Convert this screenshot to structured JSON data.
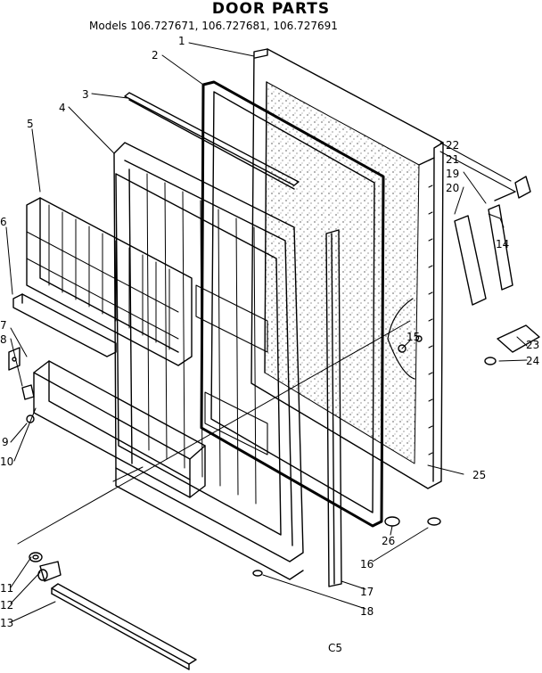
{
  "header": {
    "title": "DOOR PARTS",
    "models_label": "Models 106.727671, 106.727681, 106.727691"
  },
  "callouts": [
    {
      "id": "c1",
      "label": "1"
    },
    {
      "id": "c2",
      "label": "2"
    },
    {
      "id": "c3",
      "label": "3"
    },
    {
      "id": "c4",
      "label": "4"
    },
    {
      "id": "c5",
      "label": "5"
    },
    {
      "id": "c6",
      "label": "6"
    },
    {
      "id": "c7",
      "label": "7"
    },
    {
      "id": "c8",
      "label": "8"
    },
    {
      "id": "c9",
      "label": "9"
    },
    {
      "id": "c10",
      "label": "10"
    },
    {
      "id": "c11",
      "label": "11"
    },
    {
      "id": "c12",
      "label": "12"
    },
    {
      "id": "c13",
      "label": "13"
    },
    {
      "id": "c14",
      "label": "14"
    },
    {
      "id": "c15",
      "label": "15"
    },
    {
      "id": "c16",
      "label": "16"
    },
    {
      "id": "c17",
      "label": "17"
    },
    {
      "id": "c18",
      "label": "18"
    },
    {
      "id": "c19",
      "label": "19"
    },
    {
      "id": "c20",
      "label": "20"
    },
    {
      "id": "c21",
      "label": "21"
    },
    {
      "id": "c22",
      "label": "22"
    },
    {
      "id": "c23",
      "label": "23"
    },
    {
      "id": "c24",
      "label": "24"
    },
    {
      "id": "c25",
      "label": "25"
    },
    {
      "id": "c26",
      "label": "26"
    }
  ],
  "footer": {
    "code": "C5"
  }
}
